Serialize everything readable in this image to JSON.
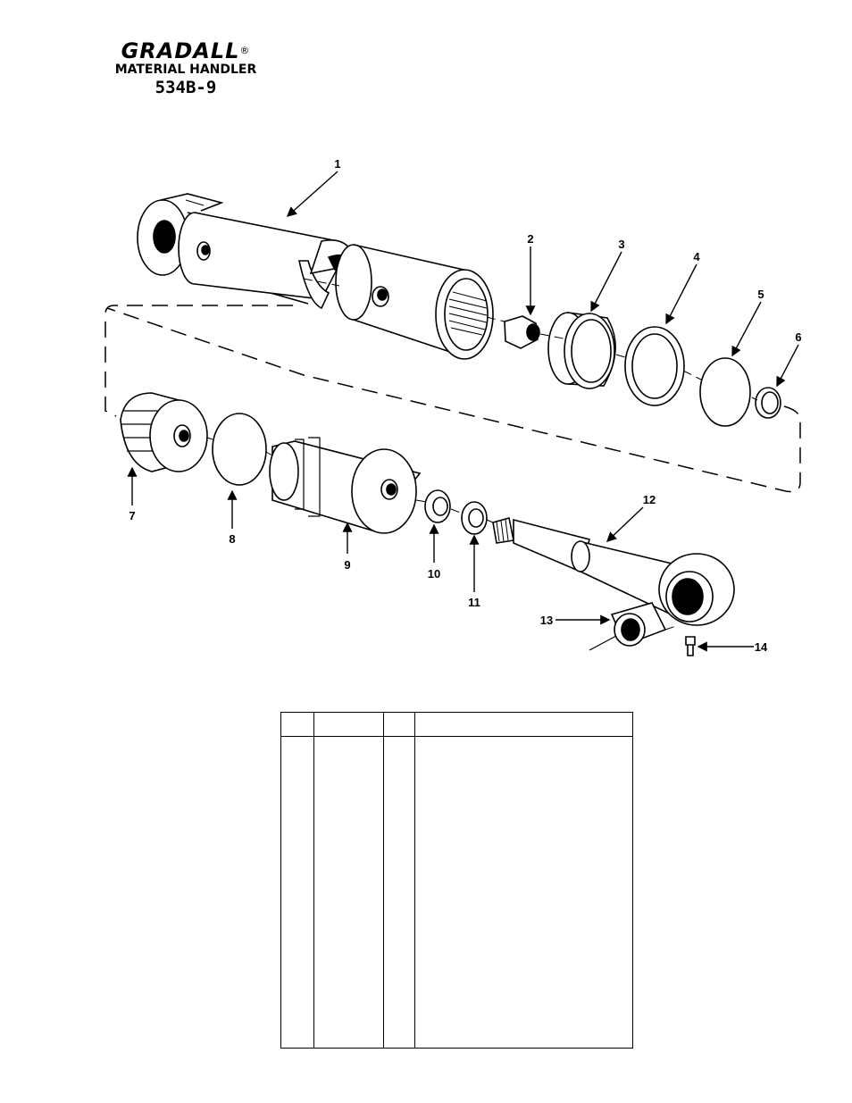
{
  "header": {
    "brand": "GRADALL",
    "registered_mark": "®",
    "subtitle": "MATERIAL HANDLER",
    "model": "534B-9"
  },
  "callouts": [
    "1",
    "2",
    "3",
    "4",
    "5",
    "6",
    "7",
    "8",
    "9",
    "10",
    "11",
    "12",
    "13",
    "14"
  ],
  "parts_table": {
    "columns": [
      "",
      "",
      "",
      ""
    ],
    "rows": []
  }
}
